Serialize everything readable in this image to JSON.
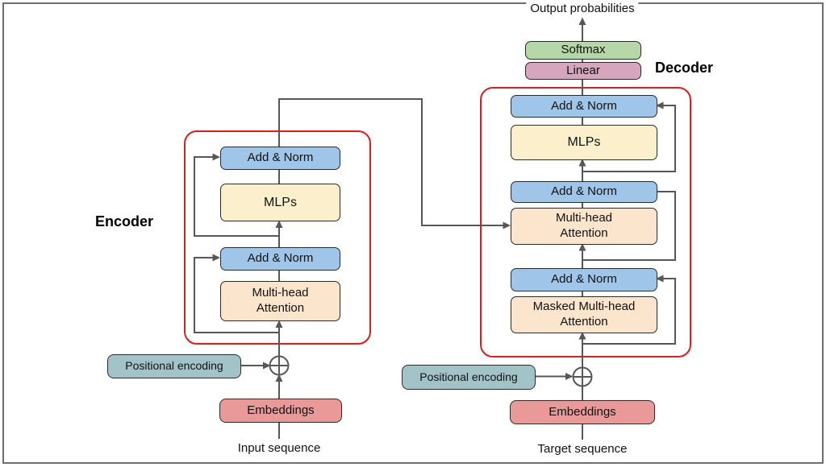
{
  "top": {
    "output_label": "Output probabilities",
    "softmax_label": "Softmax",
    "linear_label": "Linear"
  },
  "encoder": {
    "section_label": "Encoder",
    "add_norm_top_label": "Add & Norm",
    "mlp_label": "MLPs",
    "add_norm_bottom_label": "Add & Norm",
    "attention_label": "Multi-head Attention",
    "positional_label": "Positional encoding",
    "embeddings_label": "Embeddings",
    "input_label": "Input sequence"
  },
  "decoder": {
    "section_label": "Decoder",
    "add_norm_1_label": "Add & Norm",
    "mlp_label": "MLPs",
    "add_norm_2_label": "Add & Norm",
    "cross_attention_label": "Multi-head Attention",
    "add_norm_3_label": "Add & Norm",
    "masked_attention_label": "Masked Multi-head Attention",
    "positional_label": "Positional encoding",
    "embeddings_label": "Embeddings",
    "target_label": "Target sequence"
  },
  "colors": {
    "add_norm_fill": "#9fc5e8",
    "mlp_fill": "#fcf0cc",
    "attention_fill": "#fce5cd",
    "softmax_fill": "#b6d7a8",
    "linear_fill": "#d5a6bd",
    "positional_fill": "#a2c4c9",
    "embedding_fill": "#ea9999",
    "container_stroke": "#d91e1e",
    "line_color": "#575757"
  }
}
